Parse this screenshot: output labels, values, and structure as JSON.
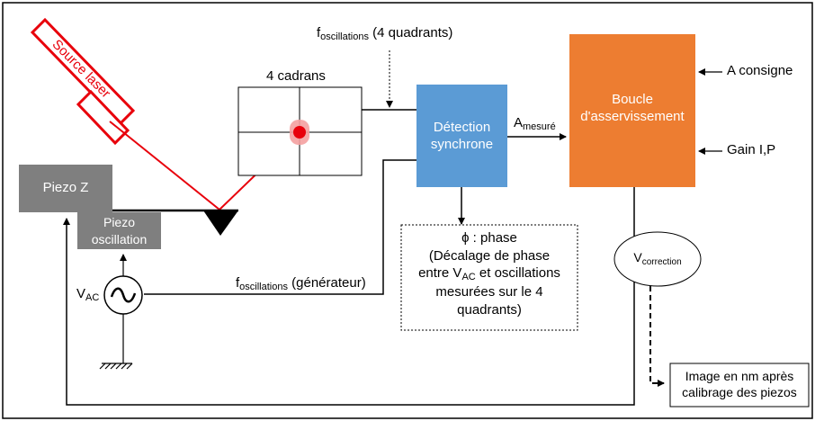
{
  "blocks": {
    "source_laser": "Source laser",
    "piezo_z": "Piezo Z",
    "piezo_oscillation": "Piezo oscillation",
    "four_quadrants": "4 cadrans",
    "sync_detection": "Détection synchrone",
    "servo_loop": "Boucle d'asservissement",
    "v_correction": {
      "main": "V",
      "sub": "correction"
    },
    "phase_note_line1": "ϕ : phase",
    "phase_note_line2": "(Décalage de phase",
    "phase_note_line3_pre": "entre V",
    "phase_note_line3_sub": "AC",
    "phase_note_line3_post": " et oscillations",
    "phase_note_line4": "mesurées sur le 4",
    "phase_note_line5": "quadrants)",
    "image_output_line1": "Image en nm après",
    "image_output_line2": "calibrage des piezos"
  },
  "signals": {
    "f_osc_quadrants": {
      "main": "f",
      "sub": "oscillations",
      "post": " (4 quadrants)"
    },
    "f_osc_generator": {
      "main": "f",
      "sub": "oscillations",
      "post": " (générateur)"
    },
    "a_measured": {
      "main": "A",
      "sub": "mesuré"
    },
    "v_ac": {
      "main": "V",
      "sub": "AC"
    },
    "a_setpoint": "A consigne",
    "gain": "Gain I,P"
  },
  "colors": {
    "laser": "#e8000b",
    "piezo": "#7f7f7f",
    "sync_detection": "#5b9bd5",
    "servo_loop": "#ed7d31"
  }
}
